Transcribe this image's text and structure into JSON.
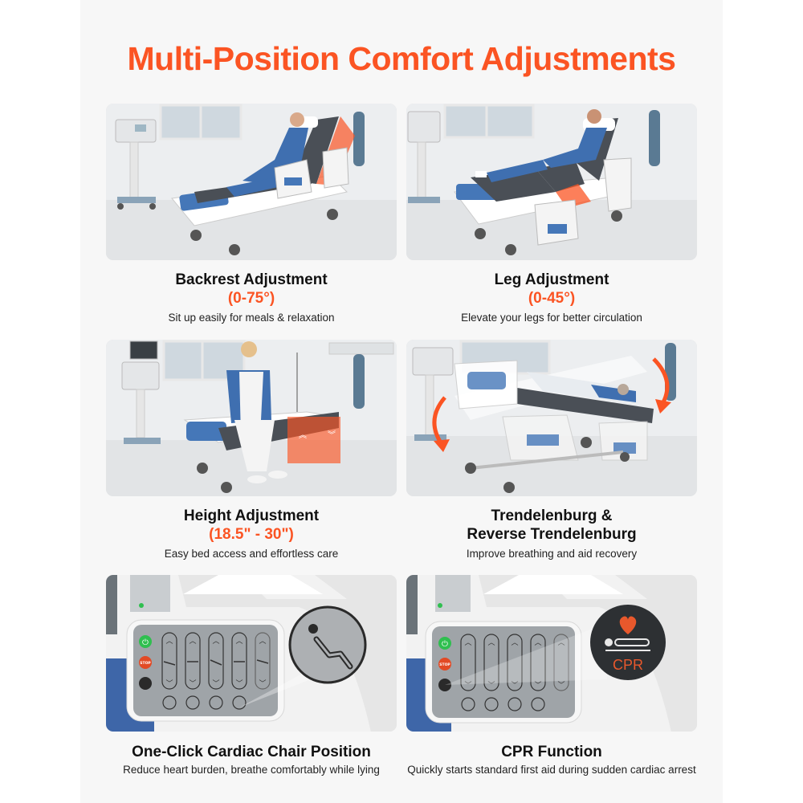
{
  "header": {
    "title": "Multi-Position Comfort Adjustments"
  },
  "colors": {
    "accent": "#fb5423",
    "panel_bg": "#f7f7f7",
    "title_text": "#111111",
    "bed_blue": "#3f6fb0"
  },
  "features": [
    {
      "id": "backrest",
      "title": "Backrest Adjustment",
      "range": "(0-75°)",
      "description": "Sit up easily for meals & relaxation",
      "image": "patient-reclining-backrest-raised"
    },
    {
      "id": "leg",
      "title": "Leg Adjustment",
      "range": "(0-45°)",
      "description": "Elevate your legs for better circulation",
      "image": "patient-legs-elevated"
    },
    {
      "id": "height",
      "title": "Height Adjustment",
      "range": "(18.5\" - 30\")",
      "description": "Easy bed access and effortless care",
      "image": "patient-sitting-bed-height"
    },
    {
      "id": "trendelenburg",
      "title_line1": "Trendelenburg &",
      "title_line2": "Reverse Trendelenburg",
      "description": "Improve breathing and aid recovery",
      "image": "bed-tilting-arrows"
    },
    {
      "id": "cardiac-chair",
      "title": "One-Click Cardiac Chair Position",
      "description": "Reduce heart burden, breathe comfortably while lying",
      "image": "control-panel-cardiac-chair-icon"
    },
    {
      "id": "cpr",
      "title": "CPR Function",
      "description": "Quickly starts standard first aid during sudden cardiac arrest",
      "image": "control-panel-cpr-icon",
      "badge_label": "CPR"
    }
  ],
  "control_panel": {
    "stop_label": "STOP",
    "columns": 5
  }
}
